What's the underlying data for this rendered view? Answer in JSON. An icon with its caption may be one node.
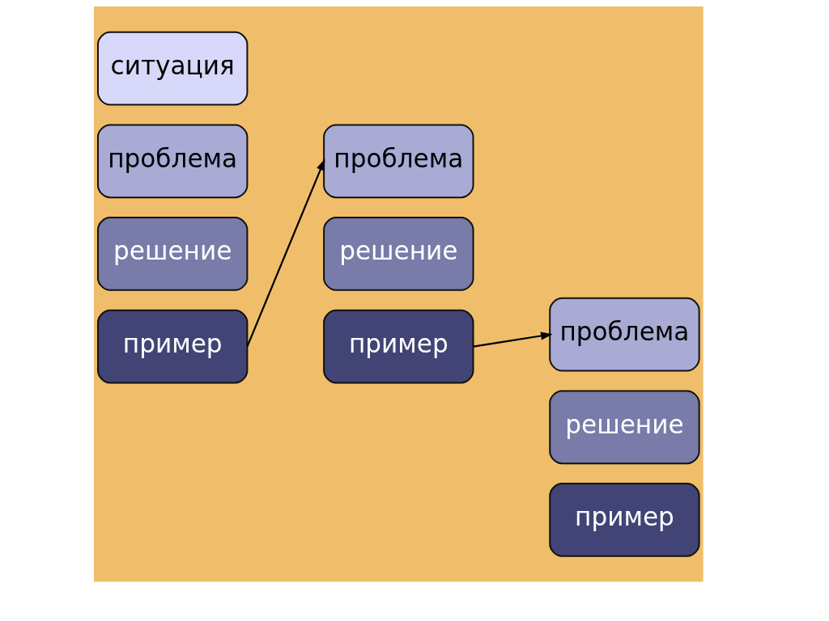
{
  "diagram": {
    "nodes": [
      {
        "text": [
          "ситуация"
        ]
      },
      {
        "text": [
          "проблема"
        ]
      },
      {
        "text": [
          "решение"
        ]
      },
      {
        "text": [
          "пример"
        ]
      },
      {
        "text": [
          "проблема"
        ]
      },
      {
        "text": [
          "решение"
        ]
      },
      {
        "text": [
          "пример"
        ]
      },
      {
        "text": [
          "проблема"
        ]
      },
      {
        "text": [
          "решение"
        ]
      },
      {
        "text": [
          "пример"
        ]
      }
    ],
    "edges": [
      {
        "from": 3,
        "to": 4,
        "arrow": "to"
      },
      {
        "from": 6,
        "to": 7,
        "arrow": "to"
      }
    ]
  }
}
